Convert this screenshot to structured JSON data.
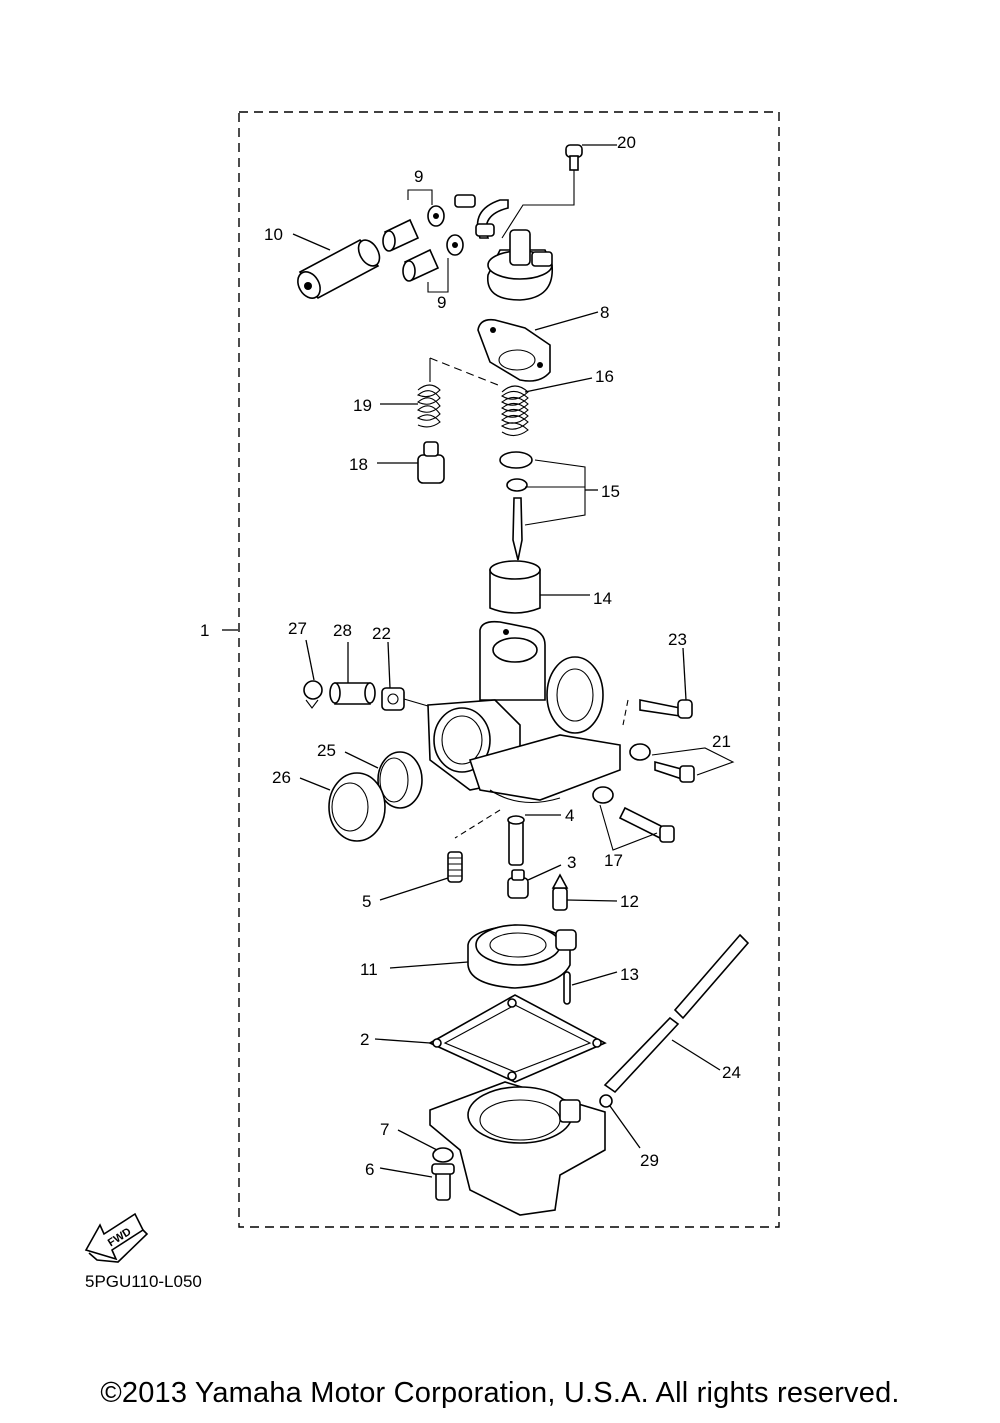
{
  "diagram": {
    "code": "5PGU110-L050",
    "fwd_label": "FWD",
    "callouts": [
      "1",
      "2",
      "3",
      "4",
      "5",
      "6",
      "7",
      "8",
      "9",
      "9",
      "10",
      "11",
      "12",
      "13",
      "14",
      "15",
      "16",
      "17",
      "18",
      "19",
      "20",
      "21",
      "22",
      "23",
      "24",
      "25",
      "26",
      "27",
      "28",
      "29"
    ]
  },
  "footer": {
    "copyright": "©2013 Yamaha Motor Corporation, U.S.A. All rights reserved."
  }
}
